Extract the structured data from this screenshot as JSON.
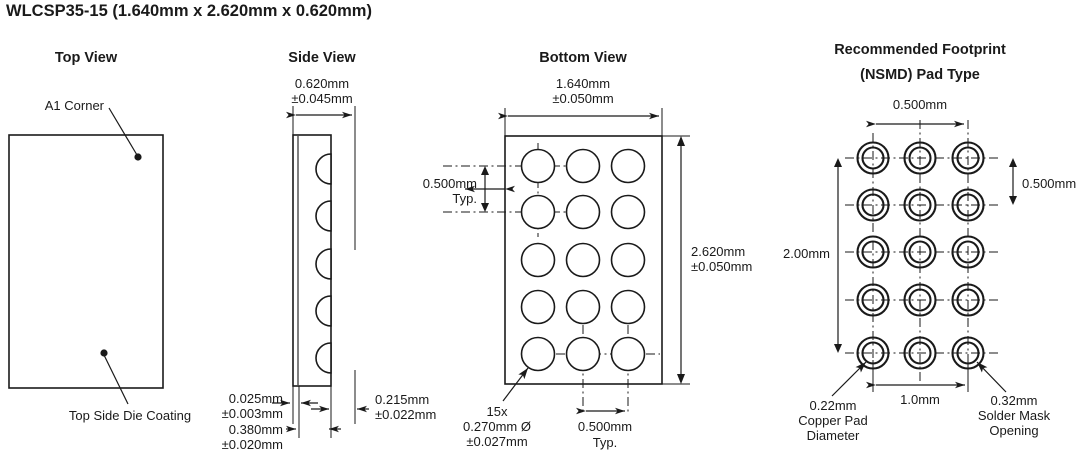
{
  "title": "WLCSP35-15  (1.640mm x 2.620mm x 0.620mm)",
  "views": {
    "top": {
      "header": "Top View",
      "callout_a1": "A1 Corner",
      "callout_coating": "Top Side Die Coating"
    },
    "side": {
      "header": "Side View",
      "width_dim": "0.620mm",
      "width_tol": "±0.045mm",
      "coating_dim": "0.025mm",
      "coating_tol": "±0.003mm",
      "die_dim": "0.380mm",
      "die_tol": "±0.020mm",
      "ball_dim": "0.215mm",
      "ball_tol": "±0.022mm"
    },
    "bottom": {
      "header": "Bottom View",
      "width_dim": "1.640mm",
      "width_tol": "±0.050mm",
      "height_dim": "2.620mm",
      "height_tol": "±0.050mm",
      "pitch_y_dim": "0.500mm",
      "pitch_y_typ": "Typ.",
      "pitch_x_dim": "0.500mm",
      "pitch_x_typ": "Typ.",
      "ball_count": "15x",
      "ball_dia": "0.270mm Ø",
      "ball_dia_tol": "±0.027mm"
    },
    "footprint": {
      "header_line1": "Recommended Footprint",
      "header_line2": "(NSMD) Pad Type",
      "pitch_x_dim": "0.500mm",
      "pitch_y_dim": "0.500mm",
      "span_y_dim": "2.00mm",
      "span_x_dim": "1.0mm",
      "copper_dim": "0.22mm",
      "copper_label_1": "Copper Pad",
      "copper_label_2": "Diameter",
      "mask_dim": "0.32mm",
      "mask_label_1": "Solder Mask",
      "mask_label_2": "Opening"
    }
  },
  "colors": {
    "ink": "#1a1a1a",
    "paper": "#ffffff"
  },
  "grid": {
    "columns": 3,
    "rows": 5,
    "total_balls": 15
  }
}
